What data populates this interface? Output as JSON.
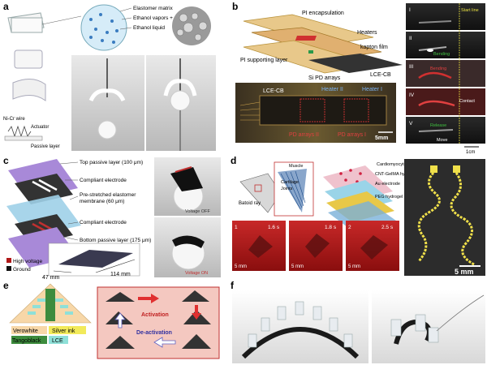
{
  "panels": {
    "a": {
      "letter": "a",
      "labels": [
        "Elastomer matrix",
        "Ethanol vapors + air",
        "Ethanol liquid"
      ],
      "wire_labels": [
        "Ni-Cr wire",
        "Actuator",
        "Passive layer"
      ]
    },
    "b": {
      "letter": "b",
      "labels": [
        "PI encapsulation",
        "Heaters",
        "kapton film",
        "PI supporting layer",
        "Si PD arrays",
        "LCE-CB"
      ],
      "photo_labels": [
        "LCE-CB",
        "Heater II",
        "Heater I",
        "PD arrays II",
        "PD arrays I"
      ],
      "scale": "5mm",
      "seq_numerals": [
        "I",
        "II",
        "III",
        "IV",
        "V"
      ],
      "seq_labels": [
        "Start line",
        "Bending",
        "Bending",
        "Contact",
        "Release",
        "Move"
      ],
      "seq_scale": "1cm"
    },
    "c": {
      "letter": "c",
      "labels": [
        "Top passive layer (100 μm)",
        "Compliant electrode",
        "Pre-stretched elastomer",
        "membrane (60 μm)",
        "Compliant electrode",
        "Bottom passive layer (175 μm)"
      ],
      "legend": [
        "High voltage",
        "Ground"
      ],
      "dims": [
        "47 mm",
        "114 mm"
      ],
      "photo_labels": [
        "Voltage OFF",
        "Voltage ON"
      ]
    },
    "d": {
      "letter": "d",
      "labels": [
        "Batoid ray",
        "Muscle",
        "Cartilage",
        "Joints"
      ],
      "layers": [
        "Cardiomyocytes",
        "CNT-GelMA hydrogel",
        "Au electrode",
        "PEG hydrogel"
      ],
      "frames": [
        {
          "num": "1",
          "time": "1.6 s",
          "scale": "5 mm"
        },
        {
          "num": "",
          "time": "1.8 s",
          "scale": "5 mm"
        },
        {
          "num": "2",
          "time": "2.5 s",
          "scale": "5 mm"
        }
      ],
      "scale": "5 mm"
    },
    "e": {
      "letter": "e",
      "legend": [
        {
          "label": "Verowhite",
          "color": "#f7d7a8"
        },
        {
          "label": "Silver ink",
          "color": "#f2ea5a"
        },
        {
          "label": "Tangoblack",
          "color": "#3d8c3d"
        },
        {
          "label": "LCE",
          "color": "#8fe0d8"
        }
      ],
      "activation": "Activation",
      "deactivation": "De-activation"
    },
    "f": {
      "letter": "f"
    }
  },
  "colors": {
    "heater_red": "#d03030",
    "lce_blue": "#1a5aa0",
    "accent_yellow": "#f0e04a"
  }
}
